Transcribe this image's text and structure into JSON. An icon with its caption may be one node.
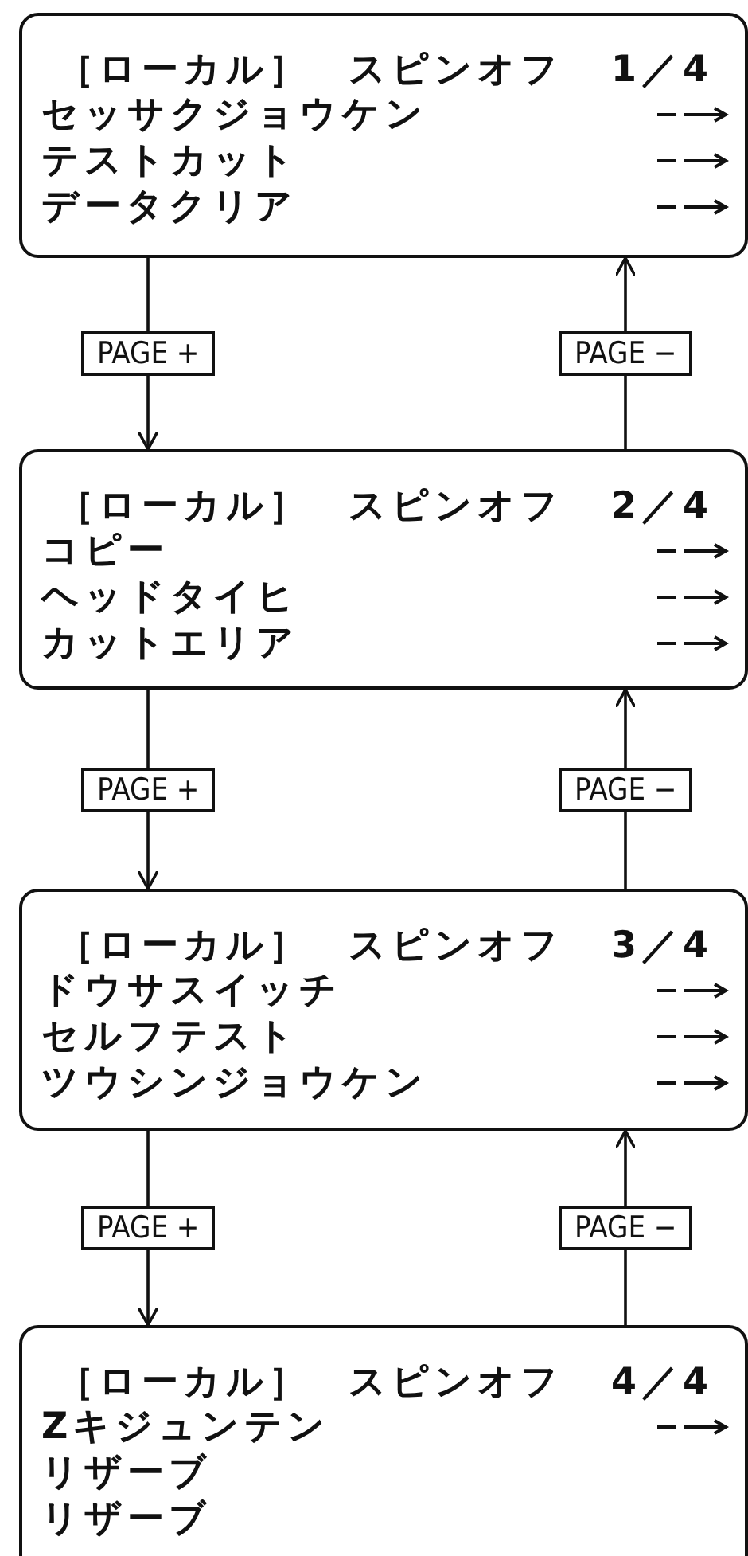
{
  "diagram": {
    "nodes": [
      {
        "text": [
          "［ローカル］",
          "スピンオフ",
          "1／4",
          "セッサクジョウケン",
          "テストカット",
          "データクリア"
        ]
      },
      {
        "text": [
          "［ローカル］",
          "スピンオフ",
          "2／4",
          "コピー",
          "ヘッドタイヒ",
          "カットエリア"
        ]
      },
      {
        "text": [
          "［ローカル］",
          "スピンオフ",
          "3／4",
          "ドウサスイッチ",
          "セルフテスト",
          "ツウシンジョウケン"
        ]
      },
      {
        "text": [
          "［ローカル］",
          "スピンオフ",
          "4／4",
          "Zキジュンテン",
          "リザーブ",
          "リザーブ"
        ]
      }
    ],
    "edges": [
      {
        "from": 0,
        "to": 1,
        "arrow": "to",
        "label": "PAGE +"
      },
      {
        "from": 1,
        "to": 0,
        "arrow": "to",
        "label": "PAGE −"
      },
      {
        "from": 1,
        "to": 2,
        "arrow": "to",
        "label": "PAGE +"
      },
      {
        "from": 2,
        "to": 1,
        "arrow": "to",
        "label": "PAGE −"
      },
      {
        "from": 2,
        "to": 3,
        "arrow": "to",
        "label": "PAGE +"
      },
      {
        "from": 3,
        "to": 2,
        "arrow": "to",
        "label": "PAGE −"
      }
    ]
  }
}
